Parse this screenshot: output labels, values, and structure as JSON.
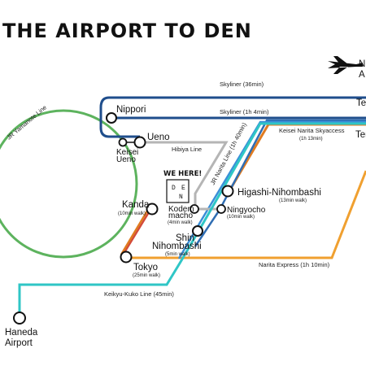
{
  "title": "THE AIRPORT TO DEN",
  "airport_partial": [
    "N",
    "A"
  ],
  "stations": {
    "nippori": "Nippori",
    "ueno": "Ueno",
    "keisei_ueno": [
      "Keisei",
      "Ueno"
    ],
    "kanda": "Kanda",
    "kanda_walk": "(10min walk)",
    "higashi": "Higashi-Nihombashi",
    "higashi_walk": "(13min walk)",
    "ningyocho": "Ningyocho",
    "ningyocho_walk": "(10min walk)",
    "kodem": [
      "Kodem",
      "macho"
    ],
    "kodem_walk": "(4min walk)",
    "shin": [
      "Shin",
      "Nihombashi"
    ],
    "shin_walk": "(5min walk)",
    "tokyo": "Tokyo",
    "tokyo_walk": "(25min walk)",
    "haneda": [
      "Haneda",
      "Airport"
    ],
    "ter1": "Ter",
    "ter2": "Ter"
  },
  "lines": {
    "skyliner1": "Skyliner (36min)",
    "skyliner2": "Skyliner (1h 4min)",
    "keisei_narita": "Keisei Narita Skyaccess",
    "keisei_narita_time": "(1h 13min)",
    "hibiya": "Hibiya Line",
    "jr_narita": "JR Narita Line (1h 40min)",
    "jr_yamanote": "JR Yamanote Line",
    "narita_express": "Narita Express (1h 10min)",
    "keikyu": "Keikyu-Kuko Line (45min)"
  },
  "marker": {
    "we_here": "WE HERE!",
    "den": [
      "D",
      "E",
      "N"
    ]
  },
  "icons": [
    "plane-icon",
    "den-building-icon"
  ],
  "colors": {
    "yamanote": "#5db35e",
    "skyliner": "#1f4e8c",
    "keisei": "#2f6db3",
    "jr_narita": "#3a8fd8",
    "hibiya": "#b5b5b5",
    "nex": "#f0a030",
    "orange": "#e07b20",
    "keikyu": "#2fc6c6",
    "red": "#d24a3a"
  }
}
